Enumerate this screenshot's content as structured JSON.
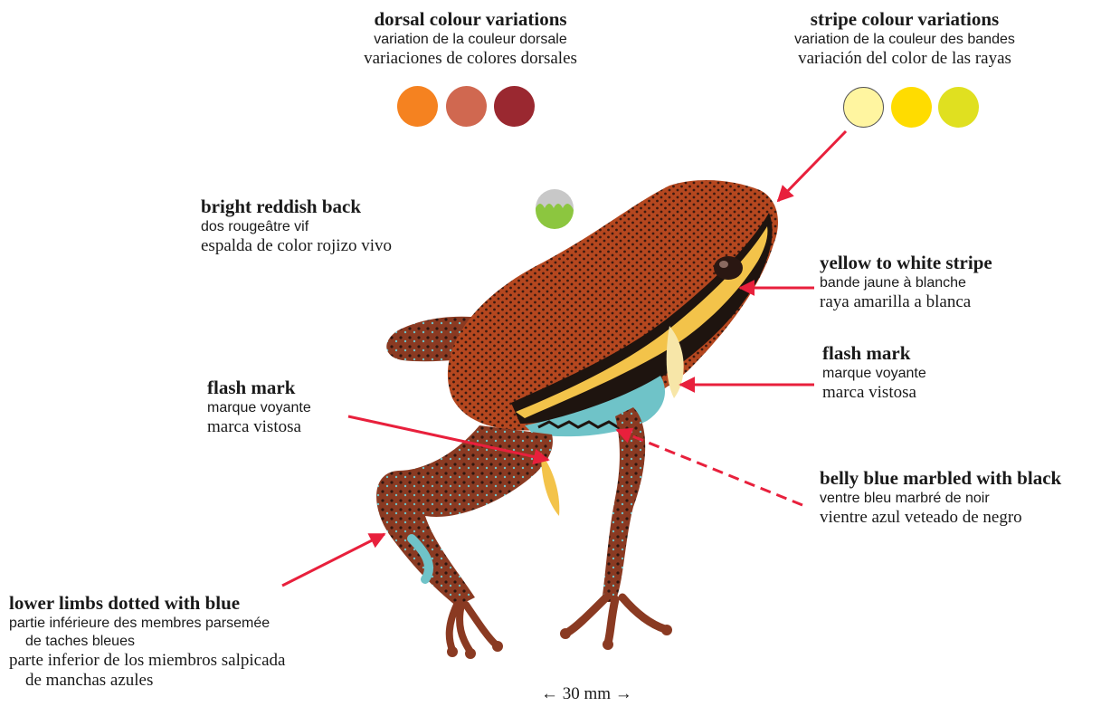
{
  "dorsal": {
    "en": "dorsal colour variations",
    "fr": "variation de la couleur dorsale",
    "es": "variaciones de colores dorsales",
    "colors": [
      "#f58220",
      "#d06850",
      "#9a2830"
    ]
  },
  "stripe": {
    "en": "stripe colour variations",
    "fr": "variation de la couleur des bandes",
    "es": "variación del color de las rayas",
    "colors": [
      "#fff5a0",
      "#ffdc00",
      "#e0e020"
    ]
  },
  "back": {
    "en": "bright reddish back",
    "fr": "dos rougeâtre vif",
    "es": "espalda de color rojizo vivo"
  },
  "yellow_stripe": {
    "en": "yellow to white stripe",
    "fr": "bande jaune à blanche",
    "es": "raya amarilla a blanca"
  },
  "flash_right": {
    "en": "flash mark",
    "fr": "marque voyante",
    "es": "marca vistosa"
  },
  "flash_left": {
    "en": "flash mark",
    "fr": "marque voyante",
    "es": "marca vistosa"
  },
  "belly": {
    "en": "belly blue marbled with black",
    "fr": "ventre bleu marbré de noir",
    "es": "vientre azul veteado de negro"
  },
  "limbs": {
    "en": "lower limbs dotted with blue",
    "fr_1": "partie inférieure des membres parsemée",
    "fr_2": "de taches bleues",
    "es_1": "parte inferior de los miembros salpicada",
    "es_2": "de manchas azules"
  },
  "scale": "← 30 mm →",
  "colors": {
    "arrow": "#e8203c",
    "back_skin": "#b5471f",
    "back_spots": "#3a1a10",
    "stripe_yellow": "#f3c34a",
    "belly_blue": "#6fc3c8",
    "habitat_green": "#8cc63f",
    "habitat_grey": "#c8c8c8"
  },
  "icons": {
    "habitat": "tree-canopy-icon",
    "frog": "poison-dart-frog-illustration"
  }
}
